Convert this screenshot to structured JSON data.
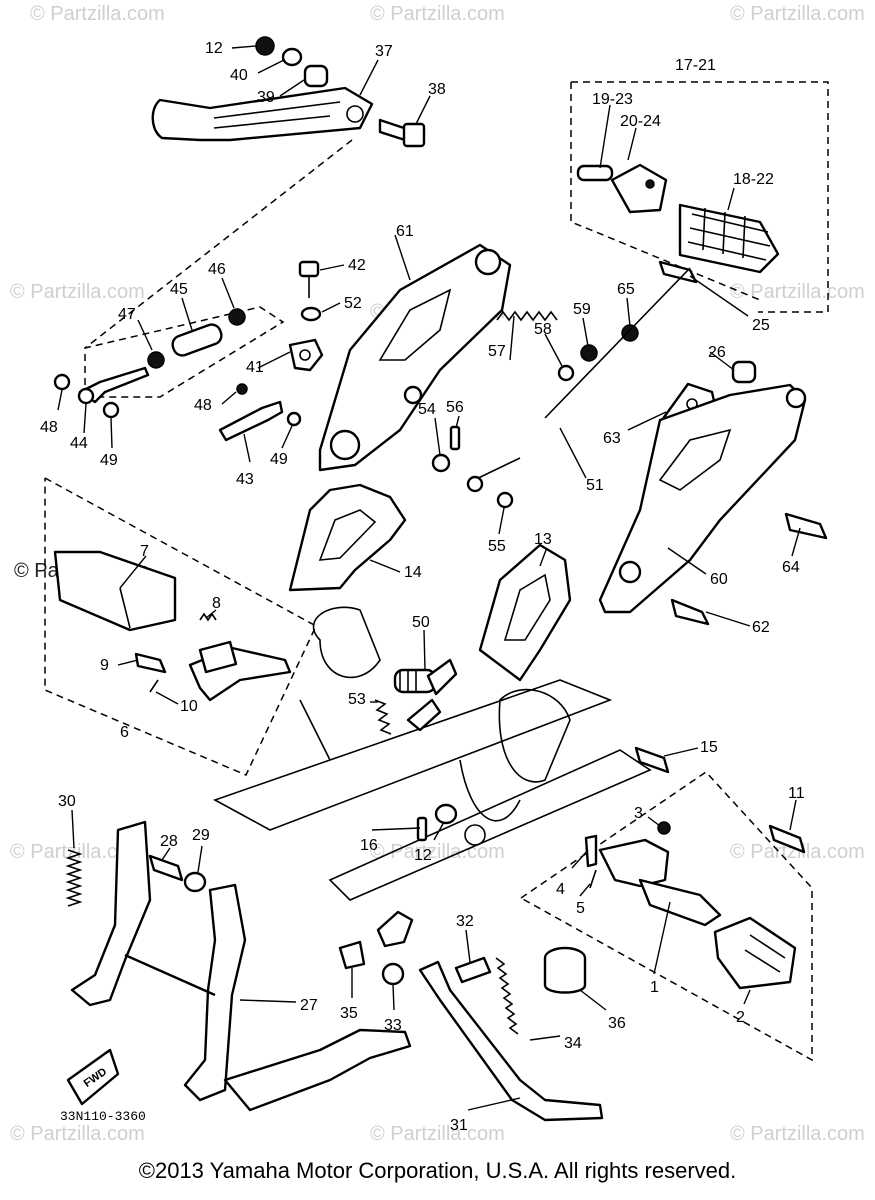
{
  "watermark": {
    "text": "© Partzilla.com",
    "side_text": "© Partzilla.com"
  },
  "diagram_code": "33N110-3360",
  "fwd_label": "FWD",
  "copyright": "©2013 Yamaha Motor Corporation, U.S.A. All rights reserved.",
  "callouts": {
    "c12": "12",
    "c40": "40",
    "c39": "39",
    "c37": "37",
    "c38": "38",
    "c17_21": "17-21",
    "c19_23": "19-23",
    "c20_24": "20-24",
    "c18_22": "18-22",
    "c25": "25",
    "c42": "42",
    "c61": "61",
    "c52": "52",
    "c46": "46",
    "c45": "45",
    "c47": "47",
    "c41": "41",
    "c48a": "48",
    "c48b": "48",
    "c44": "44",
    "c49a": "49",
    "c49b": "49",
    "c43": "43",
    "c57": "57",
    "c58": "58",
    "c59": "59",
    "c65": "65",
    "c26": "26",
    "c63": "63",
    "c54": "54",
    "c56": "56",
    "c51": "51",
    "c55": "55",
    "c60": "60",
    "c64": "64",
    "c62": "62",
    "c7": "7",
    "c8": "8",
    "c9": "9",
    "c10": "10",
    "c6": "6",
    "c14": "14",
    "c13": "13",
    "c50": "50",
    "c53": "53",
    "c15": "15",
    "c11": "11",
    "c3": "3",
    "c4": "4",
    "c5": "5",
    "c1": "1",
    "c2": "2",
    "c30": "30",
    "c28": "28",
    "c29": "29",
    "c16": "16",
    "c12b": "12",
    "c27": "27",
    "c32": "32",
    "c35": "35",
    "c33": "33",
    "c34": "34",
    "c36": "36",
    "c31": "31"
  }
}
